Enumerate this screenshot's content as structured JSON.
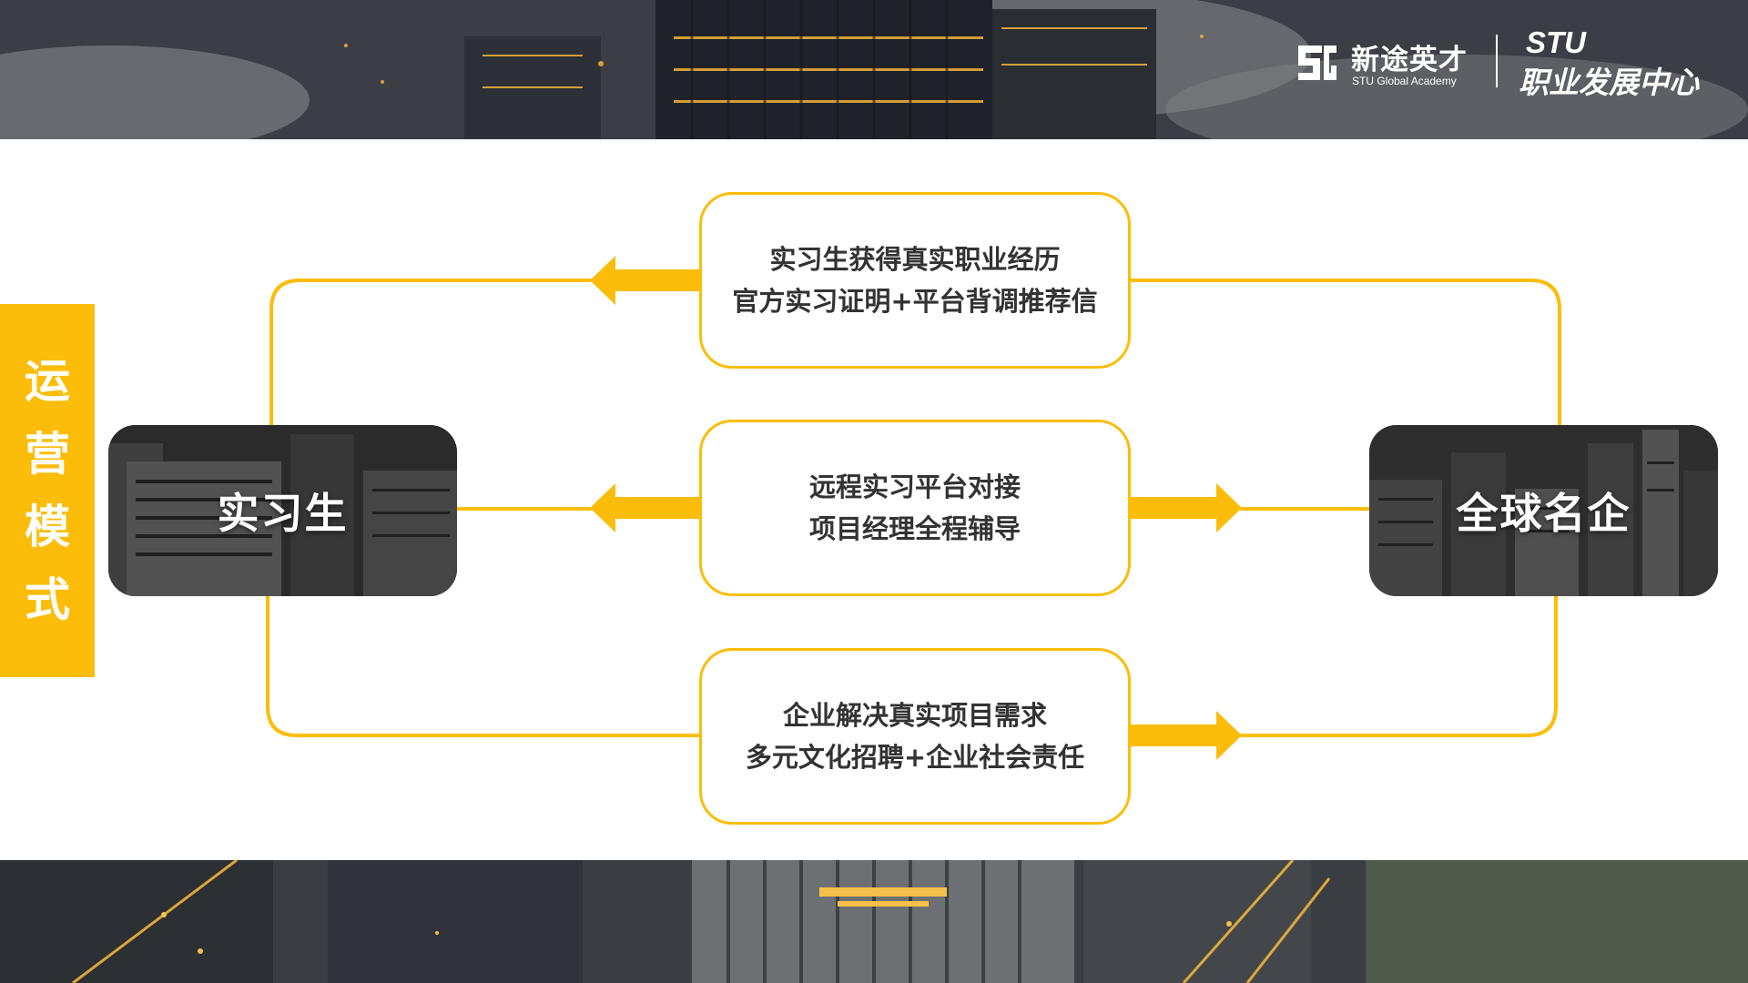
{
  "logo": {
    "name_cn": "新途英才",
    "name_en": "STU Global Academy",
    "brand": "STU",
    "center": "职业发展中心"
  },
  "side_tab": {
    "label": "运营模式"
  },
  "nodes": {
    "intern": "实习生",
    "company": "全球名企"
  },
  "boxes": [
    {
      "lines": [
        "实习生获得真实职业经历",
        "官方实习证明+平台背调推荐信"
      ]
    },
    {
      "lines": [
        "远程实习平台对接",
        "项目经理全程辅导"
      ]
    },
    {
      "lines": [
        "企业解决真实项目需求",
        "多元文化招聘+企业社会责任"
      ]
    }
  ],
  "colors": {
    "accent": "#fbbd0a",
    "text": "#333333",
    "tile_text": "#ffffff"
  },
  "icons": {
    "logo_mark": "sg-logo-icon",
    "arrow_left": "arrow-left-icon",
    "arrow_right": "arrow-right-icon"
  }
}
